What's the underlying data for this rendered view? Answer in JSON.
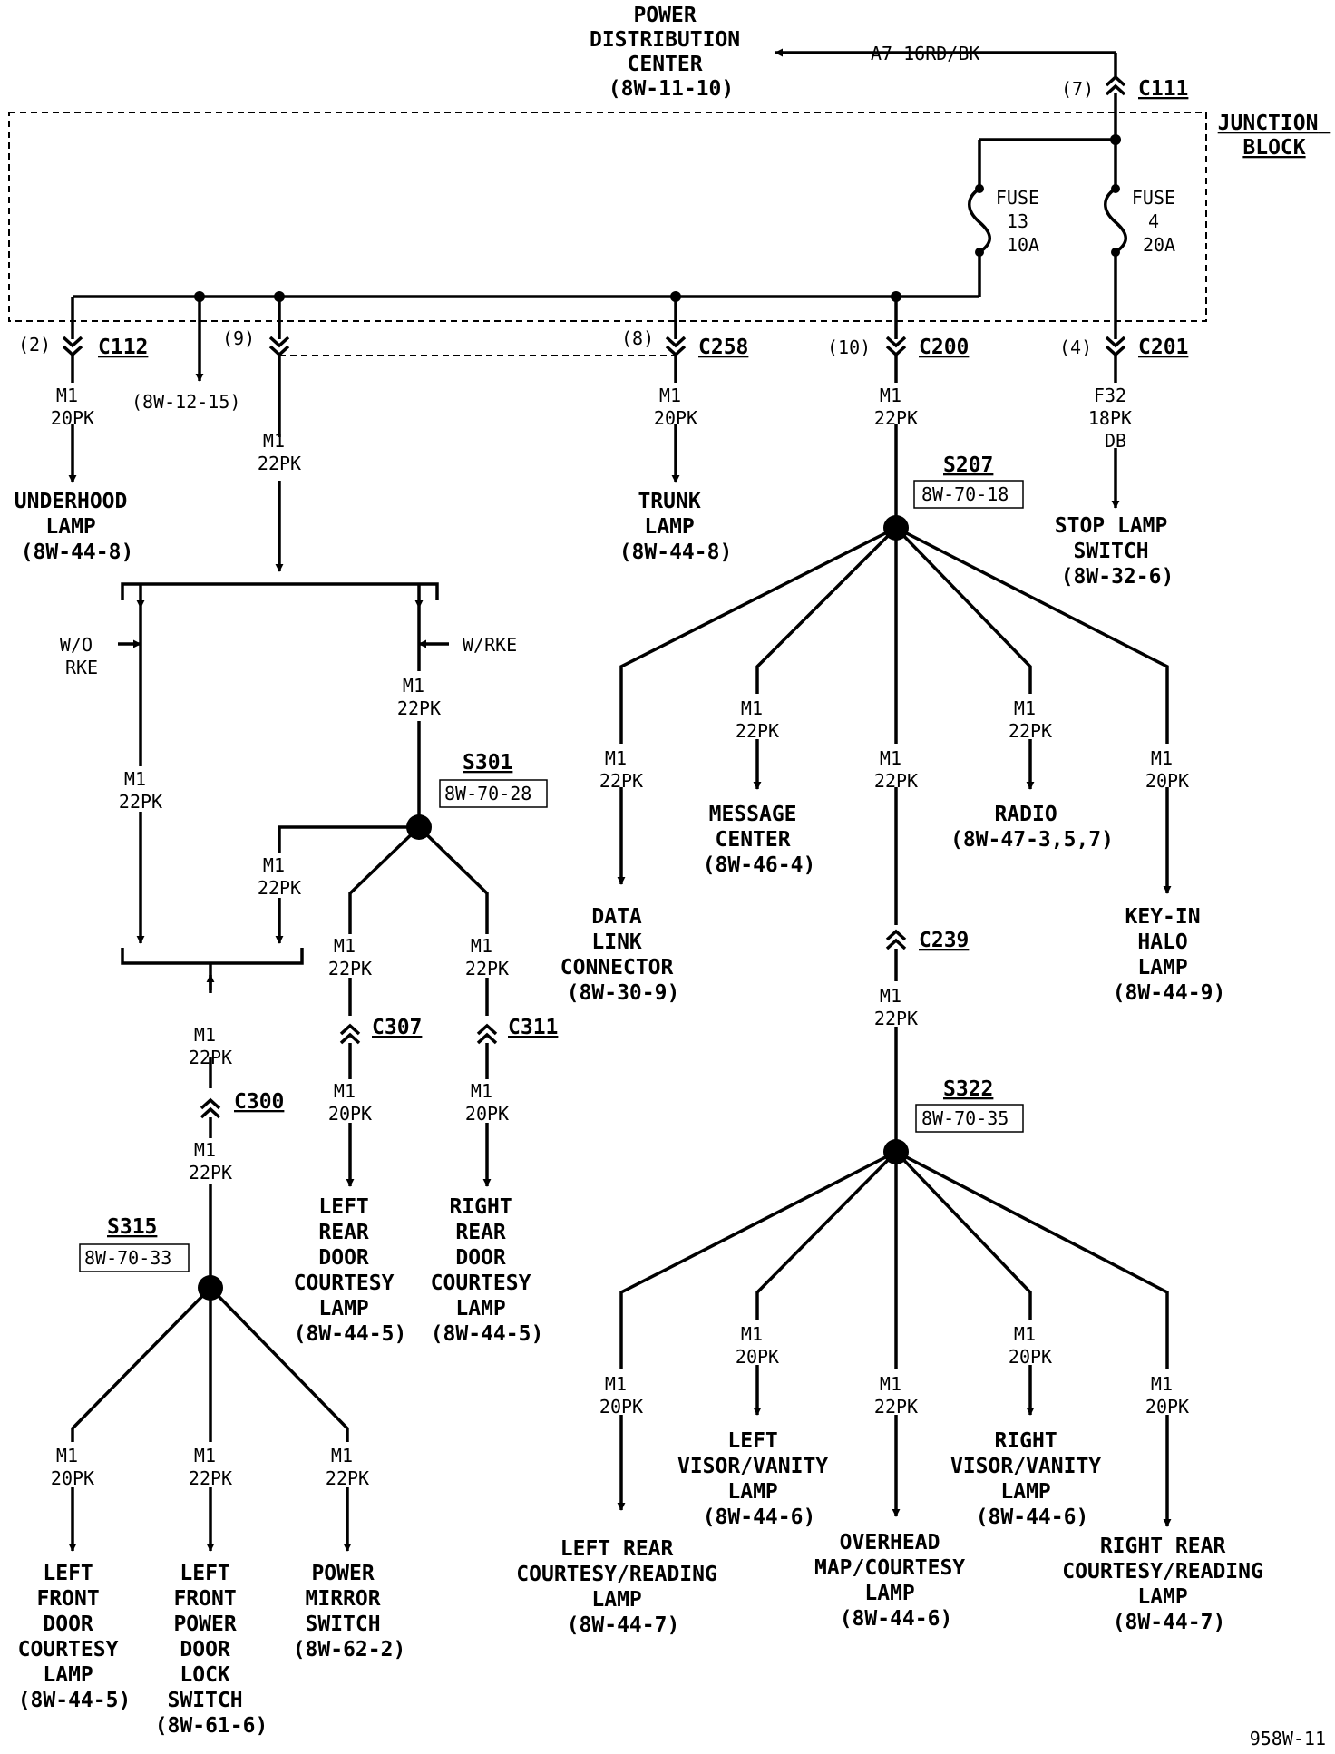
{
  "labels": {
    "pdc": [
      "POWER",
      "DISTRIBUTION",
      "CENTER",
      "(8W-11-10)"
    ],
    "a7": "A7 16RD/BK",
    "jb": [
      "JUNCTION",
      "BLOCK"
    ],
    "c111": "C111",
    "c111_pin": "(7)",
    "fuse13": [
      "FUSE",
      "13",
      "10A"
    ],
    "fuse4": [
      "FUSE",
      "4",
      "20A"
    ],
    "c112": "C112",
    "c112_pin": "(2)",
    "ref_12_15": "(8W-12-15)",
    "pin9": "(9)",
    "c258": "C258",
    "c258_pin": "(8)",
    "c200": "C200",
    "c200_pin": "(10)",
    "c201": "C201",
    "c201_pin": "(4)",
    "w_underhood": [
      "M1",
      "20PK"
    ],
    "underhood": [
      "UNDERHOOD",
      "LAMP",
      "(8W-44-8)"
    ],
    "w_left_main": [
      "M1",
      "22PK"
    ],
    "w_trunk": [
      "M1",
      "20PK"
    ],
    "trunk": [
      "TRUNK",
      "LAMP",
      "(8W-44-8)"
    ],
    "w_c200": [
      "M1",
      "22PK"
    ],
    "w_stop": [
      "F32",
      "18PK",
      "DB"
    ],
    "stop": [
      "STOP LAMP",
      "SWITCH",
      "(8W-32-6)"
    ],
    "s207": "S207",
    "s207_ref": "8W-70-18",
    "wo_rke": [
      "W/O",
      "RKE"
    ],
    "w_rke": "W/RKE",
    "w_rke_wire": [
      "M1",
      "22PK"
    ],
    "w_worke_wire": [
      "M1",
      "22PK"
    ],
    "s301": "S301",
    "s301_ref": "8W-70-28",
    "w_s301_left": [
      "M1",
      "22PK"
    ],
    "w_s301_a": [
      "M1",
      "22PK"
    ],
    "w_s301_b": [
      "M1",
      "22PK"
    ],
    "c307": "C307",
    "c311": "C311",
    "w_c307": [
      "M1",
      "20PK"
    ],
    "w_c311": [
      "M1",
      "20PK"
    ],
    "lr_door": [
      "LEFT",
      "REAR",
      "DOOR",
      "COURTESY",
      "LAMP",
      "(8W-44-5)"
    ],
    "rr_door": [
      "RIGHT",
      "REAR",
      "DOOR",
      "COURTESY",
      "LAMP",
      "(8W-44-5)"
    ],
    "w_c300_up": [
      "M1",
      "22PK"
    ],
    "c300": "C300",
    "w_c300_dn": [
      "M1",
      "22PK"
    ],
    "s315": "S315",
    "s315_ref": "8W-70-33",
    "w_lfd": [
      "M1",
      "20PK"
    ],
    "w_lfp": [
      "M1",
      "22PK"
    ],
    "w_pms": [
      "M1",
      "22PK"
    ],
    "lf_door": [
      "LEFT",
      "FRONT",
      "DOOR",
      "COURTESY",
      "LAMP",
      "(8W-44-5)"
    ],
    "lf_lock": [
      "LEFT",
      "FRONT",
      "POWER",
      "DOOR",
      "LOCK",
      "SWITCH",
      "(8W-61-6)"
    ],
    "mirror": [
      "POWER",
      "MIRROR",
      "SWITCH",
      "(8W-62-2)"
    ],
    "w_dlc": [
      "M1",
      "22PK"
    ],
    "w_msg": [
      "M1",
      "22PK"
    ],
    "w_mid": [
      "M1",
      "22PK"
    ],
    "w_radio": [
      "M1",
      "22PK"
    ],
    "w_key": [
      "M1",
      "20PK"
    ],
    "dlc": [
      "DATA",
      "LINK",
      "CONNECTOR",
      "(8W-30-9)"
    ],
    "msg": [
      "MESSAGE",
      "CENTER",
      "(8W-46-4)"
    ],
    "radio": [
      "RADIO",
      "(8W-47-3,5,7)"
    ],
    "keyin": [
      "KEY-IN",
      "HALO",
      "LAMP",
      "(8W-44-9)"
    ],
    "c239": "C239",
    "w_c239": [
      "M1",
      "22PK"
    ],
    "s322": "S322",
    "s322_ref": "8W-70-35",
    "w_lrc": [
      "M1",
      "20PK"
    ],
    "w_lvv": [
      "M1",
      "20PK"
    ],
    "w_ovh": [
      "M1",
      "22PK"
    ],
    "w_rvv": [
      "M1",
      "20PK"
    ],
    "w_rrc": [
      "M1",
      "20PK"
    ],
    "lr_court": [
      "LEFT REAR",
      "COURTESY/READING",
      "LAMP",
      "(8W-44-7)"
    ],
    "l_visor": [
      "LEFT",
      "VISOR/VANITY",
      "LAMP",
      "(8W-44-6)"
    ],
    "overhead": [
      "OVERHEAD",
      "MAP/COURTESY",
      "LAMP",
      "(8W-44-6)"
    ],
    "r_visor": [
      "RIGHT",
      "VISOR/VANITY",
      "LAMP",
      "(8W-44-6)"
    ],
    "rr_court": [
      "RIGHT REAR",
      "COURTESY/READING",
      "LAMP",
      "(8W-44-7)"
    ],
    "fig_id": "958W-11"
  }
}
